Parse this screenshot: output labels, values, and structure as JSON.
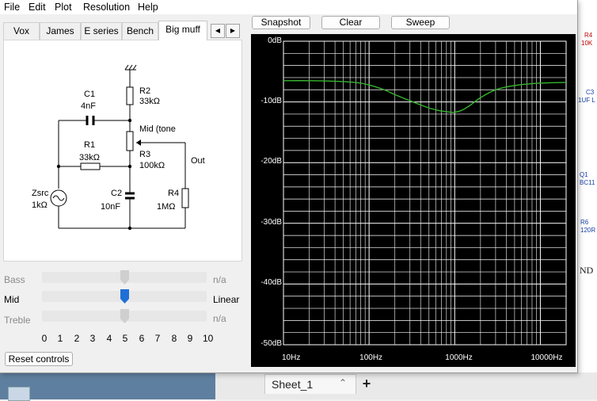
{
  "menu": [
    "File",
    "Edit",
    "Plot",
    "Resolution",
    "Help"
  ],
  "tabs": [
    {
      "label": "Vox",
      "active": false
    },
    {
      "label": "James",
      "active": false
    },
    {
      "label": "E series",
      "active": false
    },
    {
      "label": "Bench",
      "active": false
    },
    {
      "label": "Big muff",
      "active": true
    }
  ],
  "tab_scroll": {
    "left": "◀",
    "right": "▶"
  },
  "buttons": {
    "snapshot": "Snapshot",
    "clear": "Clear",
    "sweep": "Sweep"
  },
  "schematic": {
    "c1": {
      "name": "C1",
      "value": "4nF"
    },
    "r1": {
      "name": "R1",
      "value": "33kΩ"
    },
    "r2": {
      "name": "R2",
      "value": "33kΩ"
    },
    "r3": {
      "name": "R3",
      "value": "100kΩ",
      "wiper": "Mid (tone"
    },
    "c2": {
      "name": "C2",
      "value": "10nF"
    },
    "r4": {
      "name": "R4",
      "value": "1MΩ"
    },
    "zsrc": {
      "name": "Zsrc",
      "value": "1kΩ"
    },
    "out": "Out"
  },
  "controls": [
    {
      "label": "Bass",
      "value": 5,
      "mode": "n/a",
      "enabled": false
    },
    {
      "label": "Mid",
      "value": 5,
      "mode": "Linear",
      "enabled": true
    },
    {
      "label": "Treble",
      "value": 5,
      "mode": "n/a",
      "enabled": false
    }
  ],
  "scale_ticks": [
    "0",
    "1",
    "2",
    "3",
    "4",
    "5",
    "6",
    "7",
    "8",
    "9",
    "10"
  ],
  "reset_label": "Reset controls",
  "colors": {
    "accent": "#1f6fd6",
    "trace": "#37b52f",
    "plot_bg": "#000000",
    "grid": "#ffffff"
  },
  "chart_data": {
    "type": "line",
    "x_scale": "log",
    "xlim": [
      10,
      20000
    ],
    "ylim": [
      -50,
      0
    ],
    "x_ticks": [
      "10Hz",
      "100Hz",
      "1000Hz",
      "10000Hz"
    ],
    "y_ticks": [
      "0dB",
      "-10dB",
      "-20dB",
      "-30dB",
      "-40dB",
      "-50dB"
    ],
    "grid": true,
    "series": [
      {
        "x": [
          10,
          20,
          40,
          70,
          100,
          150,
          200,
          300,
          400,
          500,
          600,
          700,
          800,
          900,
          1000,
          1200,
          1500,
          2000,
          3000,
          5000,
          10000,
          20000
        ],
        "y": [
          -6.5,
          -6.5,
          -6.6,
          -6.8,
          -7.2,
          -8.0,
          -8.8,
          -9.8,
          -10.5,
          -11.0,
          -11.3,
          -11.5,
          -11.6,
          -11.7,
          -11.7,
          -11.4,
          -10.6,
          -9.3,
          -8.0,
          -7.3,
          -6.9,
          -6.8
        ]
      }
    ]
  },
  "background_app": {
    "texts": [
      "R4",
      "10K",
      "C3",
      "1UF L",
      "Q1",
      "BC11",
      "R6",
      "120R",
      "ND"
    ],
    "sheet_tab": "Sheet_1",
    "add_sheet": "+"
  }
}
